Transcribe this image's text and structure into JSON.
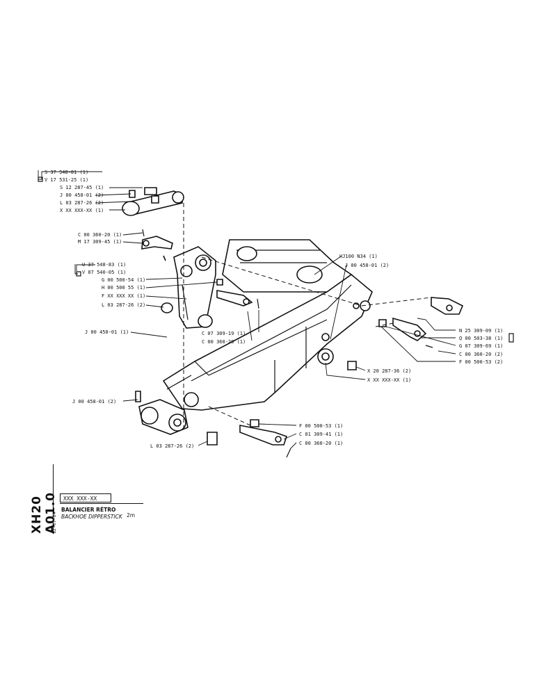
{
  "sheet": {
    "code": "XH20 A01.0",
    "date": "12-07-84",
    "ref_box": "XXX XXX-XX",
    "title_fr": "BALANCIER RÉTRO",
    "title_en": "BACKHOE DIPPERSTICK",
    "size": "2m"
  },
  "callouts": {
    "s37_548_81": "S 37 548-81 (1)",
    "v17_531_25": "V 17 531-25 (1)",
    "s12_287_45": "S 12 287-45 (1)",
    "j00_458_01_top": "J 00 458-01 (2)",
    "l03_287_26_top": "L 03 287-26 (2)",
    "xxx_link": "X XX XXX-XX (1)",
    "c00_360_20_a": "C 00 360-20 (1)",
    "m17_309_45": "M 17 309-45 (1)",
    "u37_548_83": "U 37 548-83 (1)",
    "v07_540_05": "V 07 540-05 (1)",
    "g00_500_54": "G 00 500-54 (1)",
    "h00_500_55": "H 00 500 55 (1)",
    "fxx_mid": "F XX XXX XX (1)",
    "l03_287_26_mid": "L 03 287-26 (2)",
    "j00_458_01_left": "J 00 458-01 (1)",
    "c07_309_19": "C 07 309-19 (1)",
    "c00_360_20_b": "C 00 360-20 (1)",
    "hj100": "HJ100 N34 (1)",
    "j00_458_01_right": "J 00 458-01 (2)",
    "n25_309_09": "N 25 309-09 (1)",
    "q00_503_38": "Q 00 503-38 (1)",
    "g07_309_69": "G 07 309-69 (1)",
    "c00_360_20_c": "C 00 360-20 (2)",
    "f00_500_53_right": "F 00 500-53 (2)",
    "x20_287_36": "X 20 287-36 (2)",
    "xxx_bush": "X XX XXX-XX (1)",
    "j00_458_01_lower": "J 00 458-01 (2)",
    "f00_500_53_bottom": "F 00 500-53 (1)",
    "c01_309_41": "C 01 309-41 (1)",
    "c00_360_20_d": "C 00 360-20 (1)",
    "l03_287_26_bottom": "L 03 287-26 (2)"
  }
}
